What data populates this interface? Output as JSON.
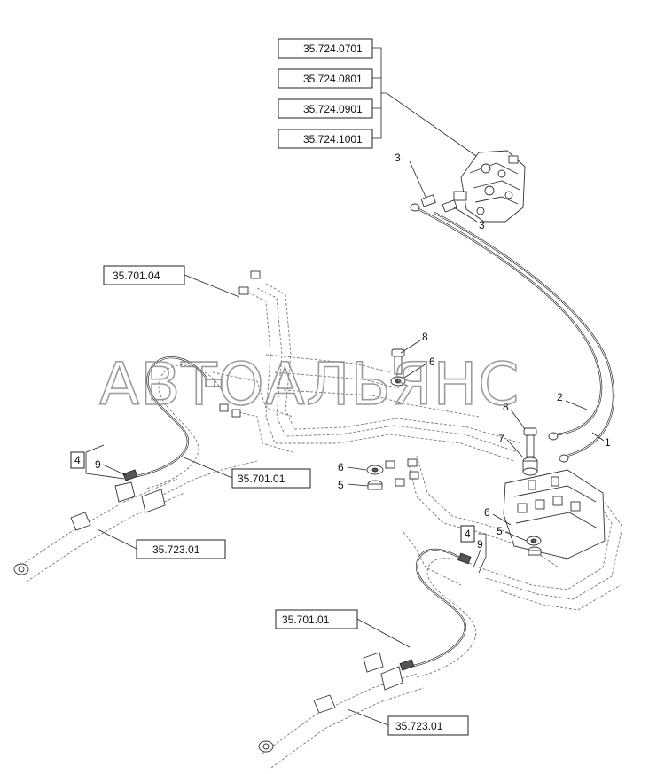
{
  "references": {
    "r1": "35.724.0701",
    "r2": "35.724.0801",
    "r3": "35.724.0901",
    "r4": "35.724.1001",
    "r5": "35.701.04",
    "r6": "35.701.01",
    "r7": "35.723.01",
    "r8": "35.701.01",
    "r9": "35.723.01"
  },
  "callouts": {
    "c3a": "3",
    "c3b": "3",
    "c8a": "8",
    "c6a": "6",
    "c2": "2",
    "c1": "1",
    "c8b": "8",
    "c7": "7",
    "c6b": "6",
    "c5a": "5",
    "c6c": "6",
    "c5b": "5",
    "c4a": "4",
    "c9a": "9",
    "c4b": "4",
    "c9b": "9"
  },
  "watermark": "АВТОАЛЬЯНС"
}
